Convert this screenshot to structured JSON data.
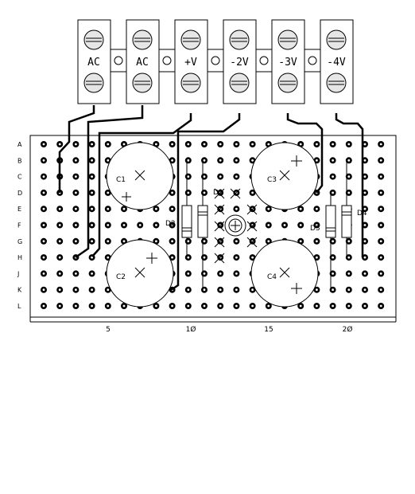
{
  "board": {
    "row_labels": [
      "A",
      "B",
      "C",
      "D",
      "E",
      "F",
      "G",
      "H",
      "J",
      "K",
      "L"
    ],
    "column_ticks": [
      "5",
      "1Ø",
      "15",
      "2Ø"
    ]
  },
  "terminals": [
    {
      "label": "AC"
    },
    {
      "label": "AC"
    },
    {
      "label": "+V"
    },
    {
      "label": "-2V"
    },
    {
      "label": "-3V"
    },
    {
      "label": "-4V"
    }
  ],
  "capacitors": [
    {
      "label": "C1",
      "polarity": "+"
    },
    {
      "label": "C2",
      "polarity": "+"
    },
    {
      "label": "C3",
      "polarity": "+"
    },
    {
      "label": "C4",
      "polarity": "+"
    }
  ],
  "diodes": [
    {
      "label": "D1"
    },
    {
      "label": "D2"
    },
    {
      "label": "D3"
    },
    {
      "label": "D4"
    }
  ],
  "colors": {
    "ink": "#000000",
    "paper": "#ffffff",
    "terminal_fill": "#e6e6e6"
  }
}
